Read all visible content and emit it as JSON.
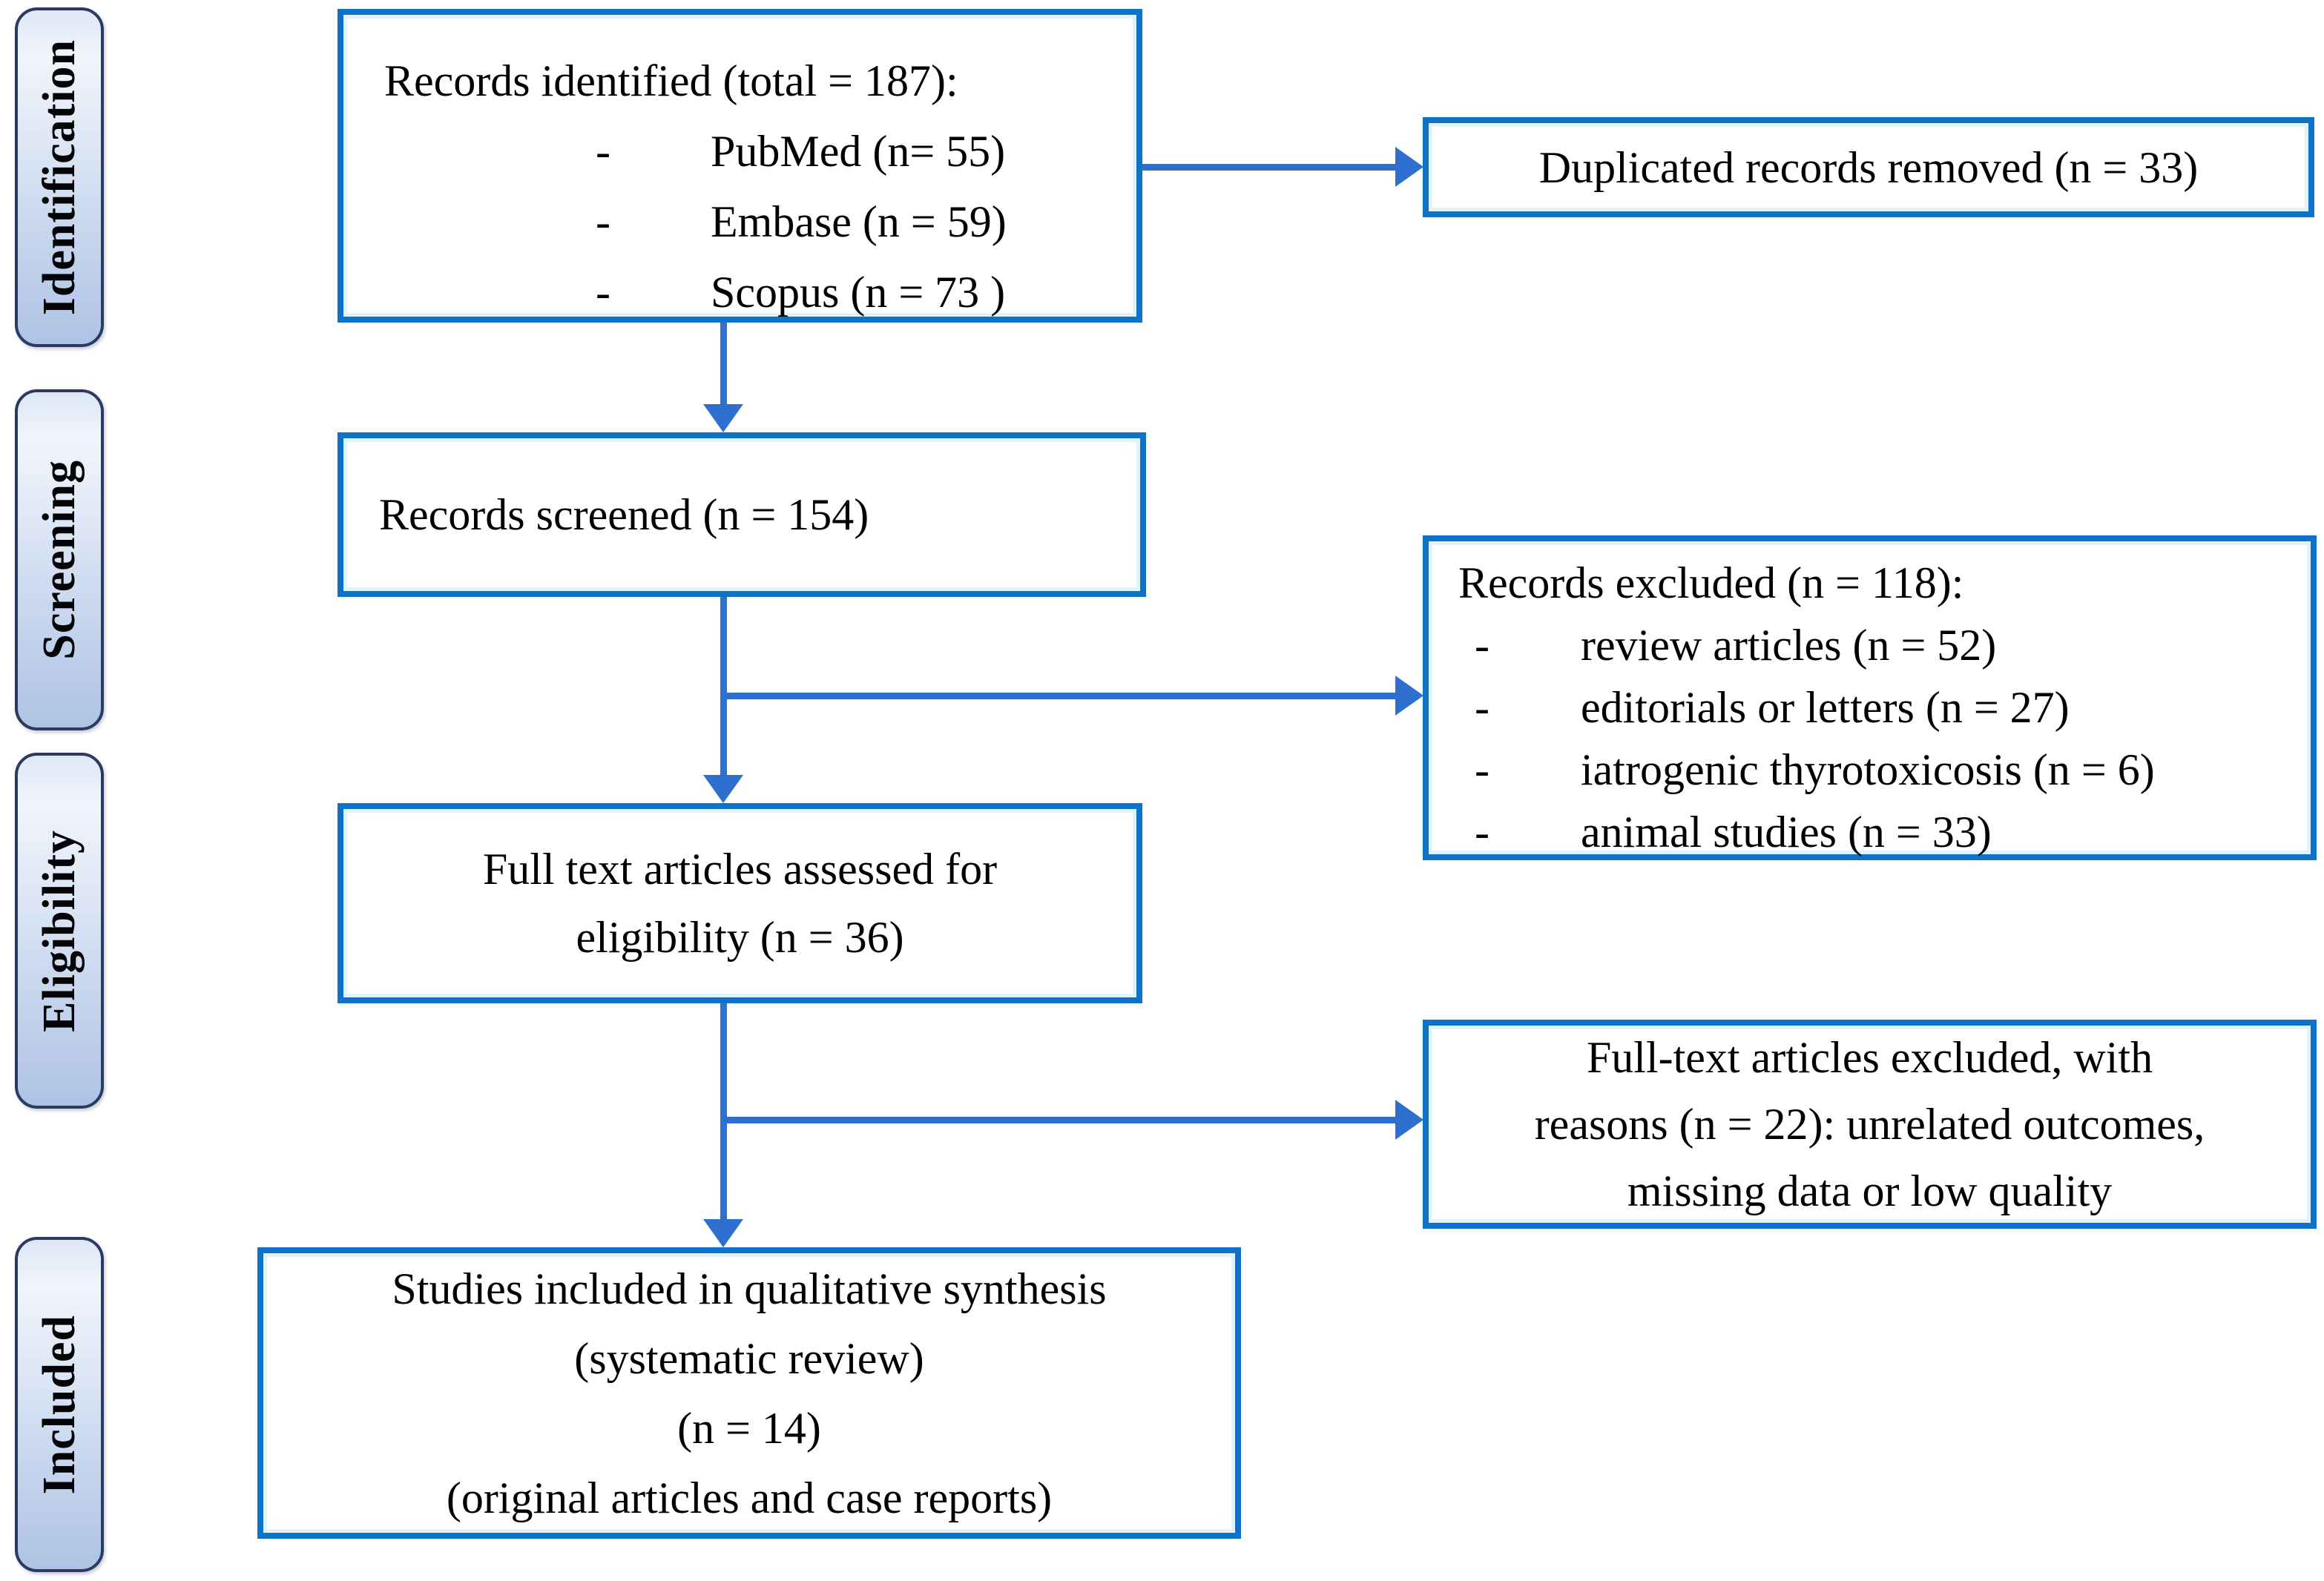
{
  "diagram": {
    "type": "prisma-flow",
    "stages": [
      {
        "label": "Identification"
      },
      {
        "label": "Screening"
      },
      {
        "label": "Eligibility"
      },
      {
        "label": "Included"
      }
    ],
    "boxes": {
      "records_identified": {
        "title": "Records identified (total = 187):",
        "items": [
          {
            "bullet": "-",
            "text": "PubMed (n= 55)"
          },
          {
            "bullet": "-",
            "text": "Embase (n = 59)"
          },
          {
            "bullet": "-",
            "text": "Scopus (n = 73 )"
          }
        ]
      },
      "duplicates_removed": {
        "text": "Duplicated records removed (n = 33)"
      },
      "records_screened": {
        "text": "Records screened (n = 154)"
      },
      "records_excluded": {
        "title": "Records excluded (n = 118):",
        "items": [
          {
            "bullet": "-",
            "text": "review articles (n = 52)"
          },
          {
            "bullet": "-",
            "text": "editorials or letters (n = 27)"
          },
          {
            "bullet": "-",
            "text": "iatrogenic thyrotoxicosis (n = 6)"
          },
          {
            "bullet": "-",
            "text": "animal studies (n = 33)"
          }
        ]
      },
      "fulltext_assessed": {
        "lines": [
          "Full text articles assessed for",
          "eligibility (n = 36)"
        ]
      },
      "fulltext_excluded": {
        "lines": [
          "Full-text articles excluded, with",
          "reasons (n = 22): unrelated outcomes,",
          "missing data or low quality"
        ]
      },
      "studies_included": {
        "lines": [
          "Studies included in qualitative synthesis",
          "(systematic review)",
          "(n = 14)",
          "(original articles and case reports)"
        ]
      }
    },
    "colors": {
      "box_border": "#0d72c8",
      "arrow": "#2f6fd0",
      "stage_border": "#2a3a63",
      "stage_gradient_bottom": "#aec3e4"
    }
  }
}
